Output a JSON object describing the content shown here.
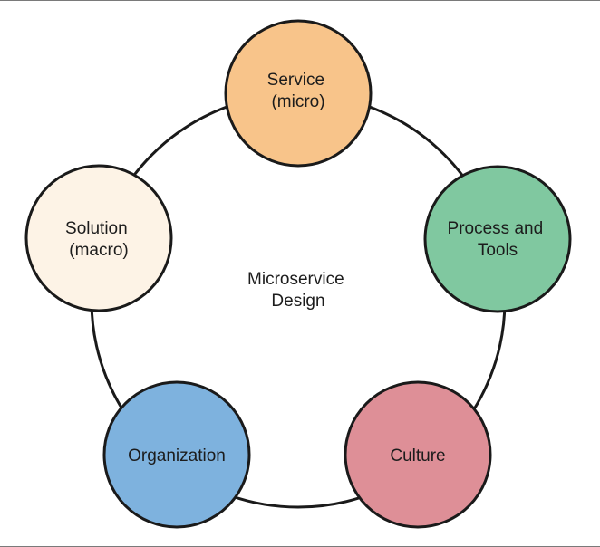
{
  "diagram": {
    "center": {
      "lines": [
        "Microservice",
        "Design"
      ]
    },
    "nodes": [
      {
        "id": "service",
        "lines": [
          "Service",
          "(micro)"
        ],
        "fill": "#f8c48a"
      },
      {
        "id": "process",
        "lines": [
          "Process and",
          "Tools"
        ],
        "fill": "#80c8a0"
      },
      {
        "id": "culture",
        "lines": [
          "Culture"
        ],
        "fill": "#de8f97"
      },
      {
        "id": "organization",
        "lines": [
          "Organization"
        ],
        "fill": "#7eb2de"
      },
      {
        "id": "solution",
        "lines": [
          "Solution",
          "(macro)"
        ],
        "fill": "#fdf3e6"
      }
    ],
    "colors": {
      "stroke": "#1a1a1a",
      "ring": "#1a1a1a",
      "frame": "#7a7a7a"
    }
  }
}
